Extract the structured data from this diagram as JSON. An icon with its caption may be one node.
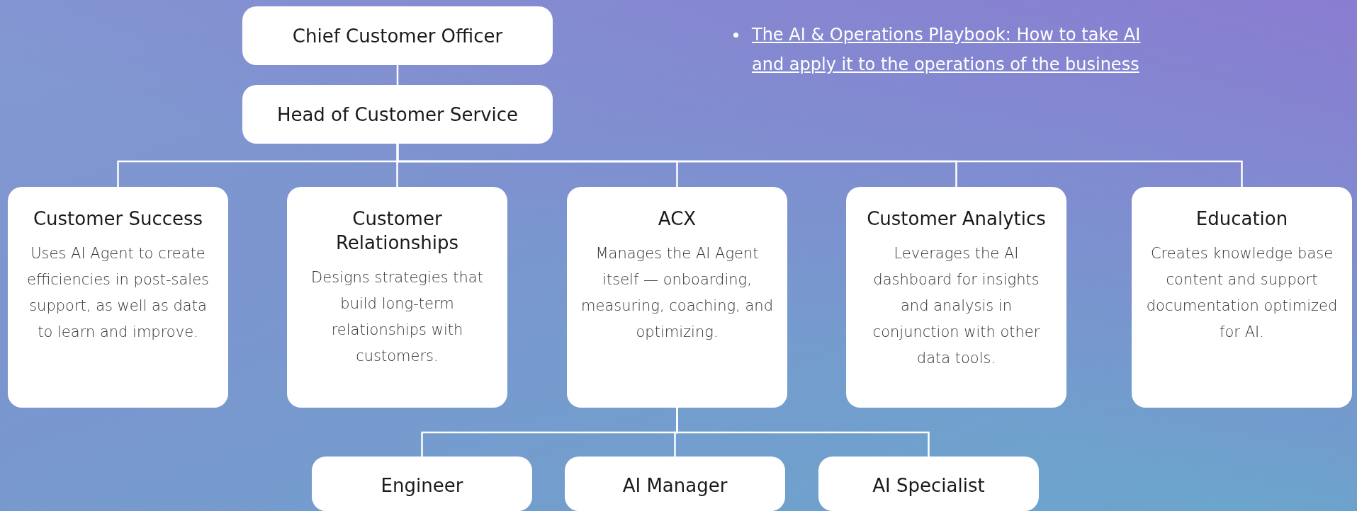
{
  "diagram": {
    "nodes": [
      {
        "text": [
          "Chief Customer Officer"
        ]
      },
      {
        "text": [
          "Head of Customer Service"
        ]
      },
      {
        "text": [
          "Customer Success",
          "Uses AI Agent to create efficiencies in post-sales support, as well as data to learn and improve."
        ]
      },
      {
        "text": [
          "Customer Relationships",
          "Designs strategies that build long-term relationships with customers."
        ]
      },
      {
        "text": [
          "ACX",
          "Manages the AI Agent itself — onboarding, measuring, coaching, and optimizing."
        ]
      },
      {
        "text": [
          "Customer Analytics",
          "Leverages the AI dashboard for insights and analysis in conjunction with other data tools."
        ]
      },
      {
        "text": [
          "Education",
          "Creates knowledge base content and support documentation optimized for AI."
        ]
      },
      {
        "text": [
          "Engineer"
        ]
      },
      {
        "text": [
          "AI Manager"
        ]
      },
      {
        "text": [
          "AI Specialist"
        ]
      }
    ],
    "edges": [
      {
        "from": 0,
        "to": 1,
        "arrow": "none"
      },
      {
        "from": 1,
        "to": 2,
        "arrow": "none"
      },
      {
        "from": 1,
        "to": 3,
        "arrow": "none"
      },
      {
        "from": 1,
        "to": 4,
        "arrow": "none"
      },
      {
        "from": 1,
        "to": 5,
        "arrow": "none"
      },
      {
        "from": 1,
        "to": 6,
        "arrow": "none"
      },
      {
        "from": 4,
        "to": 7,
        "arrow": "none"
      },
      {
        "from": 4,
        "to": 8,
        "arrow": "none"
      },
      {
        "from": 4,
        "to": 9,
        "arrow": "none"
      }
    ],
    "labels": [
      "The AI & Operations Playbook: How to take AI and apply it to the operations of the business"
    ]
  }
}
